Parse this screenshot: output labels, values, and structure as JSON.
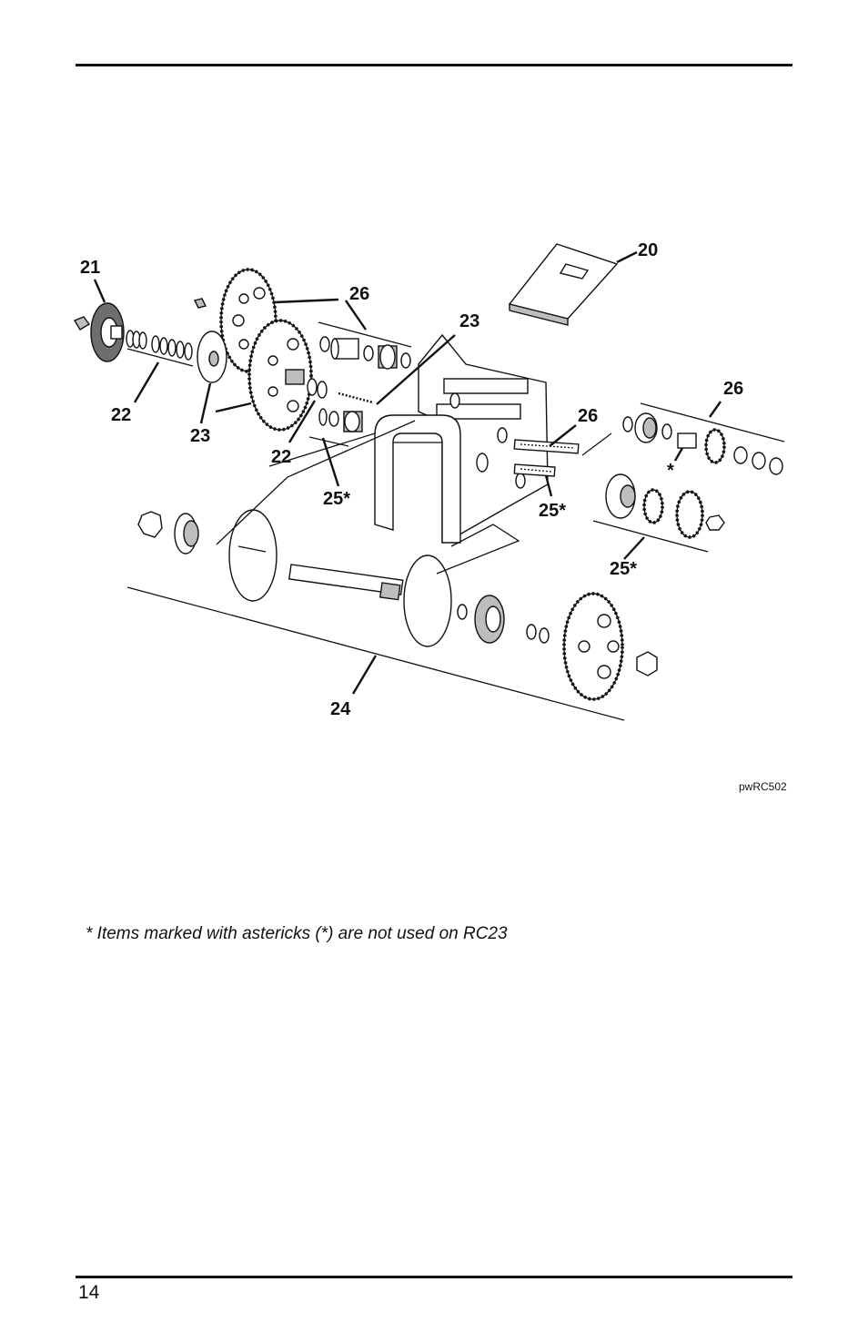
{
  "callouts": {
    "c20": "20",
    "c21": "21",
    "c22a": "22",
    "c22b": "22",
    "c23a": "23",
    "c23b": "23",
    "c24": "24",
    "c25a": "25*",
    "c25b": "25*",
    "c25c": "25*",
    "c26a": "26",
    "c26b": "26",
    "c26c": "26",
    "asterisk": "*"
  },
  "figure_id": "pwRC502",
  "footnote": "* Items marked with astericks (*) are not used on RC23",
  "page_number": "14"
}
